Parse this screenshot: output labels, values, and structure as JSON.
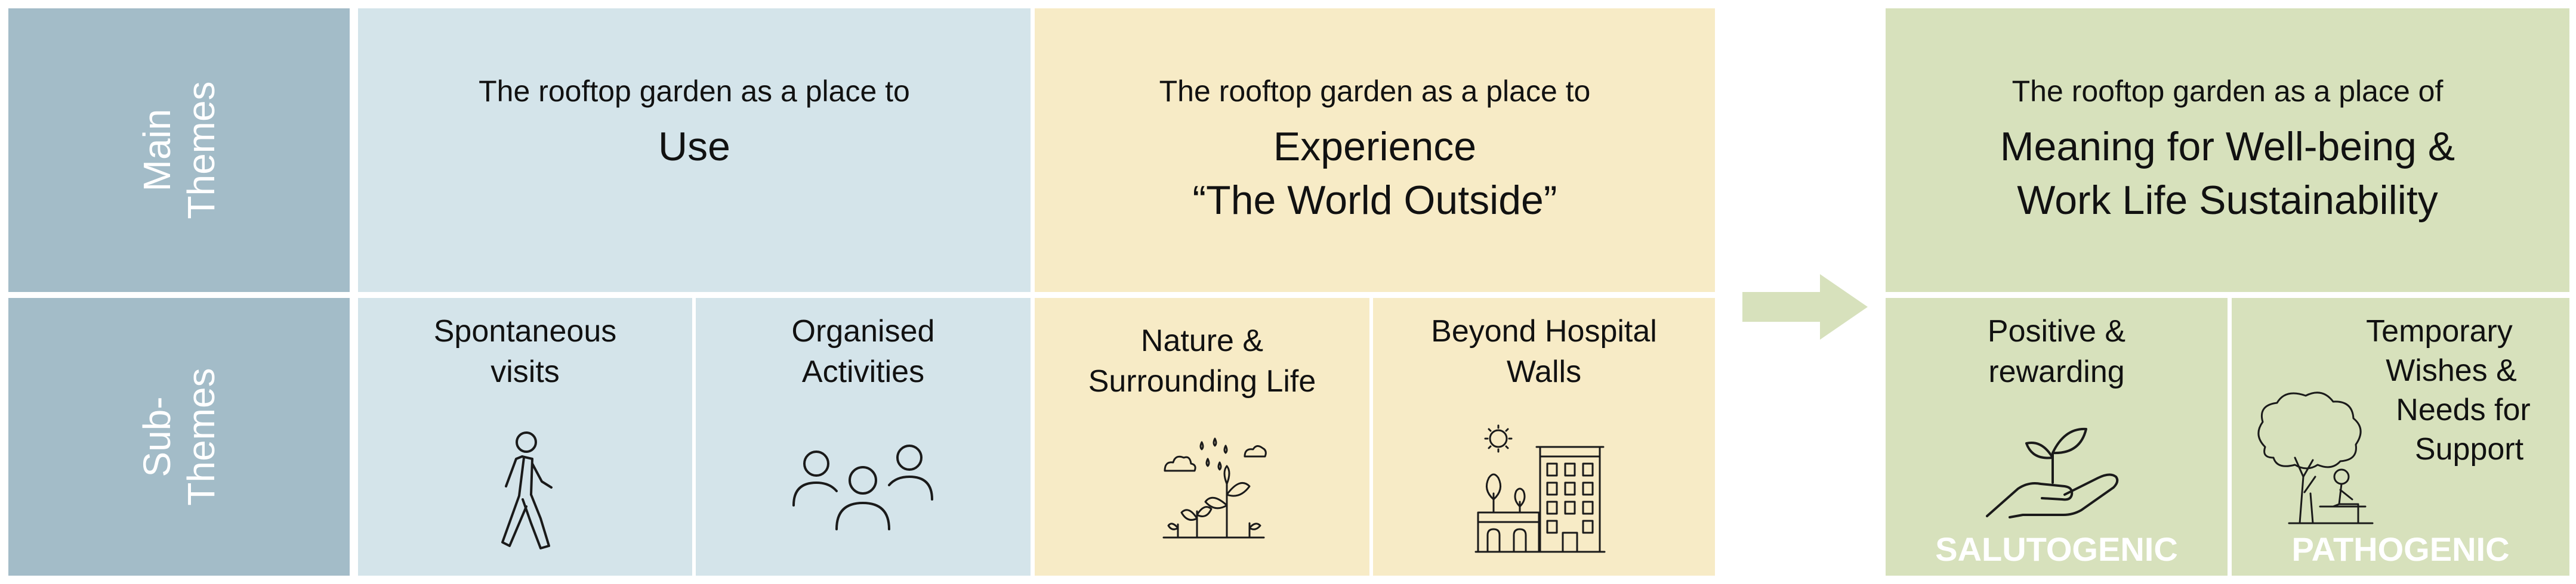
{
  "labels": {
    "main_themes": "Main Themes",
    "sub_themes": "Sub- Themes"
  },
  "main_themes": [
    {
      "lead": "The rooftop garden as a place to",
      "title_lines": [
        "Use"
      ]
    },
    {
      "lead": "The rooftop garden as a place to",
      "title_lines": [
        "Experience",
        "“The World Outside”"
      ]
    },
    {
      "lead": "The rooftop garden as a place of",
      "title_lines": [
        "Meaning for Well-being &",
        "Work Life Sustainability"
      ]
    }
  ],
  "sub_themes": [
    {
      "lines": [
        "Spontaneous",
        "visits"
      ],
      "icon": "walking-person-icon"
    },
    {
      "lines": [
        "Organised",
        "Activities"
      ],
      "icon": "group-people-icon"
    },
    {
      "lines": [
        "Nature &",
        "Surrounding Life"
      ],
      "icon": "plants-rain-icon"
    },
    {
      "lines": [
        "Beyond Hospital",
        "Walls"
      ],
      "icon": "city-building-icon"
    },
    {
      "lines": [
        "Positive &",
        "rewarding"
      ],
      "icon": "hand-sprout-icon",
      "footer": "SALUTOGENIC"
    },
    {
      "lines": [
        "Temporary",
        "Wishes &",
        "Needs for",
        "Support"
      ],
      "icon": "tree-sitting-person-icon",
      "footer": "PATHOGENIC"
    }
  ],
  "arrow_icon": "right-arrow-icon",
  "colors": {
    "side": "#a3bcc8",
    "use": "#d4e4ea",
    "experience": "#f7ebc6",
    "meaning": "#d7e1bc",
    "arrow": "#d7e1bc",
    "icon_stroke": "#1a1a1a"
  }
}
